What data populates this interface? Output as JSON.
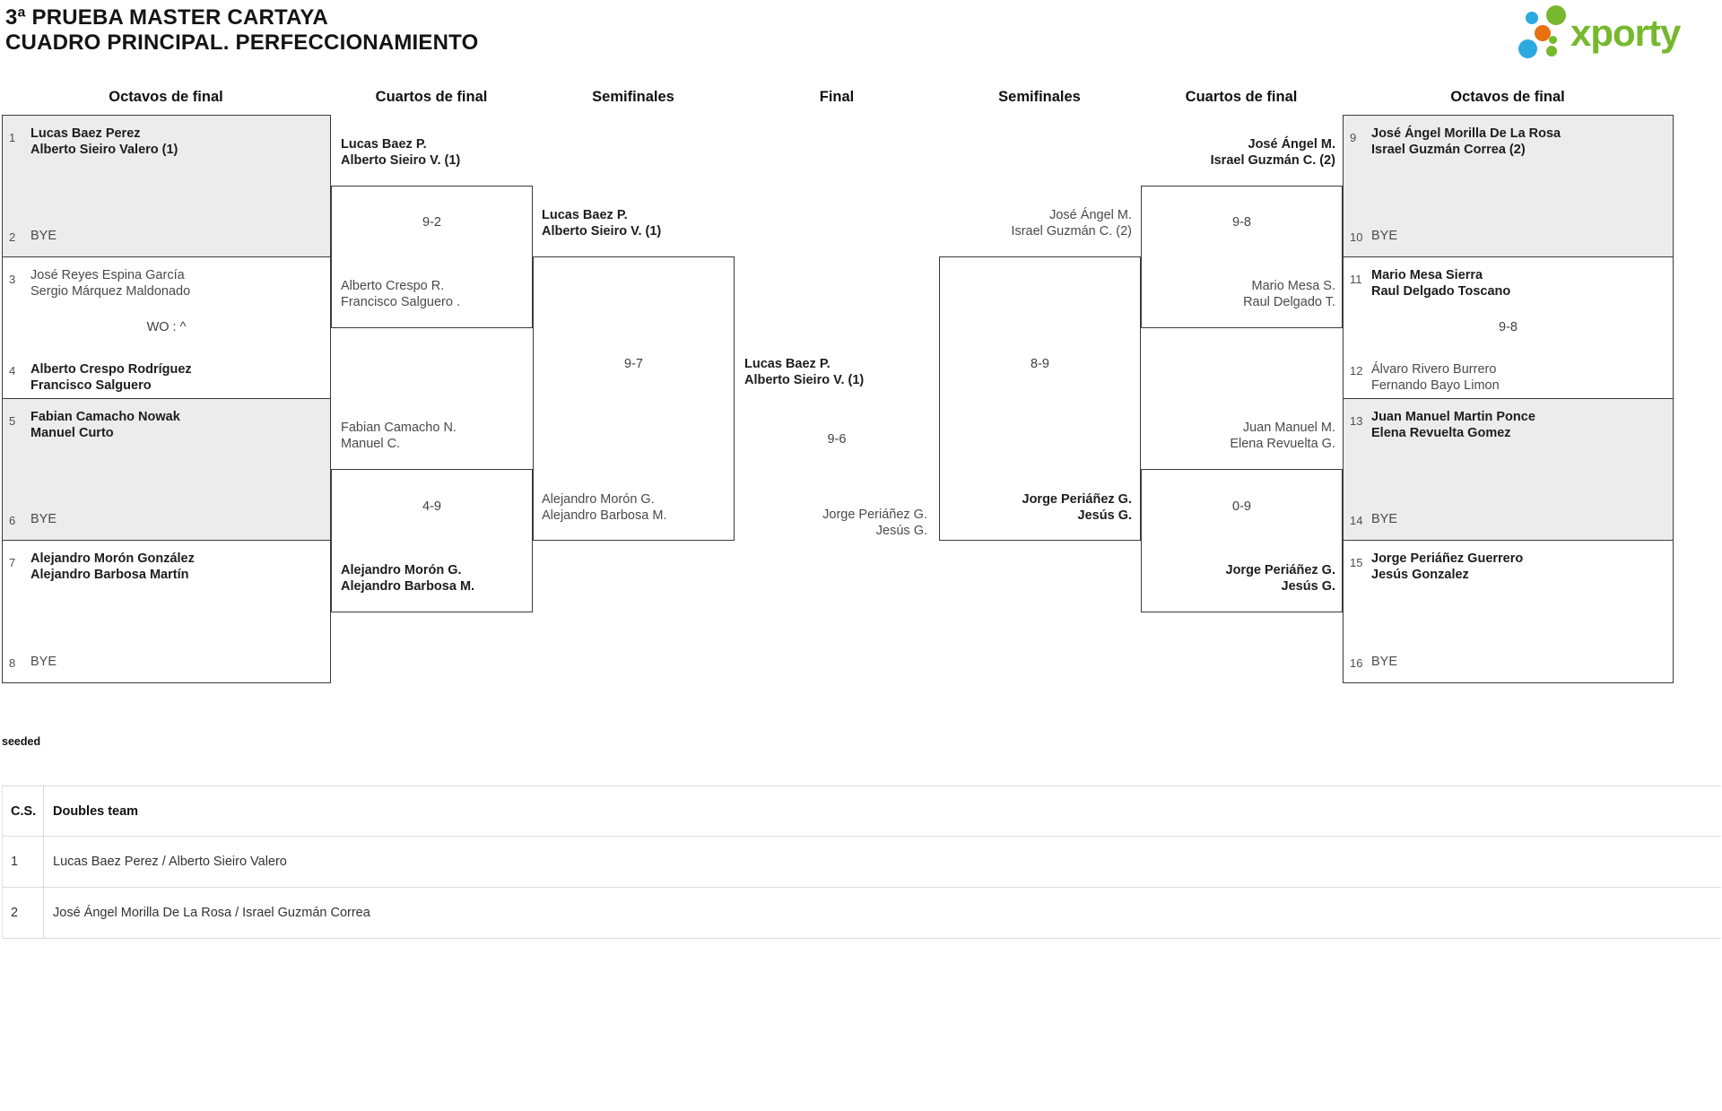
{
  "header": {
    "title_line1": "3ª PRUEBA MASTER CARTAYA",
    "title_line2": "CUADRO PRINCIPAL. PERFECCIONAMIENTO"
  },
  "logo": {
    "text": "xporty",
    "green": "#76b82e",
    "blue": "#2ba9e1",
    "orange": "#e87211"
  },
  "rounds": {
    "octavos_left": "Octavos de final",
    "cuartos_left": "Cuartos de final",
    "semis_left": "Semifinales",
    "final": "Final",
    "semis_right": "Semifinales",
    "cuartos_right": "Cuartos de final",
    "octavos_right": "Octavos de final"
  },
  "octavos": {
    "m1": {
      "seed_top": "1",
      "team_top": "Lucas Baez Perez\nAlberto Sieiro Valero (1)",
      "seed_bottom": "2",
      "team_bottom": "BYE"
    },
    "m2": {
      "seed_top": "3",
      "team_top": "José Reyes Espina García\nSergio Márquez Maldonado",
      "score": "WO : ^",
      "seed_bottom": "4",
      "team_bottom": "Alberto Crespo Rodríguez\nFrancisco Salguero"
    },
    "m3": {
      "seed_top": "5",
      "team_top": "Fabian Camacho Nowak\nManuel Curto",
      "seed_bottom": "6",
      "team_bottom": "BYE"
    },
    "m4": {
      "seed_top": "7",
      "team_top": "Alejandro Morón González\nAlejandro Barbosa Martín",
      "seed_bottom": "8",
      "team_bottom": "BYE"
    },
    "m5": {
      "seed_top": "9",
      "team_top": "José Ángel Morilla De La Rosa\nIsrael Guzmán Correa (2)",
      "seed_bottom": "10",
      "team_bottom": "BYE"
    },
    "m6": {
      "seed_top": "11",
      "team_top": "Mario Mesa Sierra\nRaul Delgado Toscano",
      "score": "9-8",
      "seed_bottom": "12",
      "team_bottom": "Álvaro Rivero Burrero\nFernando Bayo Limon"
    },
    "m7": {
      "seed_top": "13",
      "team_top": "Juan Manuel Martin Ponce\nElena Revuelta Gomez",
      "seed_bottom": "14",
      "team_bottom": "BYE"
    },
    "m8": {
      "seed_top": "15",
      "team_top": "Jorge Periáñez Guerrero\nJesús Gonzalez",
      "seed_bottom": "16",
      "team_bottom": "BYE"
    }
  },
  "cuartos": {
    "left1": {
      "top": "Lucas Baez P.\nAlberto Sieiro V. (1)",
      "score": "9-2",
      "bottom": "Alberto Crespo R.\nFrancisco Salguero ."
    },
    "left2": {
      "top": "Fabian Camacho N.\nManuel C.",
      "score": "4-9",
      "bottom": "Alejandro Morón G.\nAlejandro Barbosa M."
    },
    "right1": {
      "top": "José Ángel M.\nIsrael Guzmán C. (2)",
      "score": "9-8",
      "bottom": "Mario Mesa S.\nRaul Delgado T."
    },
    "right2": {
      "top": "Juan Manuel M.\nElena Revuelta G.",
      "score": "0-9",
      "bottom": "Jorge Periáñez G.\nJesús G."
    }
  },
  "semis": {
    "left": {
      "top": "Lucas Baez P.\nAlberto Sieiro V. (1)",
      "score": "9-7",
      "bottom": "Alejandro Morón G.\nAlejandro Barbosa M."
    },
    "right": {
      "top": "José Ángel M.\nIsrael Guzmán C. (2)",
      "score": "8-9",
      "bottom": "Jorge Periáñez G.\nJesús G."
    }
  },
  "final": {
    "winner": "Lucas Baez P.\nAlberto Sieiro V. (1)",
    "score": "9-6",
    "runner_up": "Jorge Periáñez G.\nJesús G."
  },
  "seeded": {
    "label": "seeded",
    "col1": "C.S.",
    "col2": "Doubles team",
    "rows": [
      {
        "num": "1",
        "team": "Lucas Baez Perez / Alberto Sieiro Valero"
      },
      {
        "num": "2",
        "team": "José Ángel Morilla De La Rosa / Israel Guzmán Correa"
      }
    ]
  }
}
